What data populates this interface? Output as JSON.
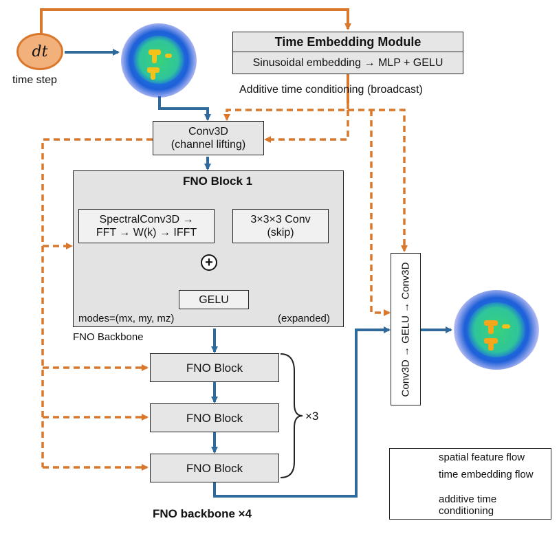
{
  "timestep": {
    "symbol": "dt",
    "label": "time step"
  },
  "time_module": {
    "title": "Time Embedding Module",
    "subtitle": "Sinusoidal embedding → MLP + GELU",
    "caption": "Additive time conditioning (broadcast)"
  },
  "conv_lift": {
    "line1": "Conv3D",
    "line2": "(channel lifting)"
  },
  "fno_block1": {
    "title": "FNO Block 1",
    "spectral_line1": "SpectralConv3D →",
    "spectral_line2": "FFT → W(k) → IFFT",
    "skip_line1": "3×3×3 Conv",
    "skip_line2": "(skip)",
    "sum_symbol": "+",
    "gelu": "GELU",
    "modes": "modes=(mx, my, mz)",
    "expanded": "(expanded)",
    "backbone_caption": "FNO Backbone"
  },
  "fno_blocks": [
    {
      "label": "FNO Block"
    },
    {
      "label": "FNO Block"
    },
    {
      "label": "FNO Block"
    }
  ],
  "repeat_label": "×3",
  "backbone_label": "FNO backbone ×4",
  "output_head": "Conv3D → GELU → Conv3D",
  "legend": [
    {
      "label": "spatial feature flow",
      "style": "solid-blue"
    },
    {
      "label": "time embedding flow",
      "style": "solid-orange"
    },
    {
      "label": "additive time conditioning",
      "style": "dashed-orange"
    }
  ],
  "colors": {
    "blue": "#2f6a9a",
    "orange": "#d9782d",
    "box": "#e6e6e6",
    "dt_fill": "#f2b07a"
  }
}
